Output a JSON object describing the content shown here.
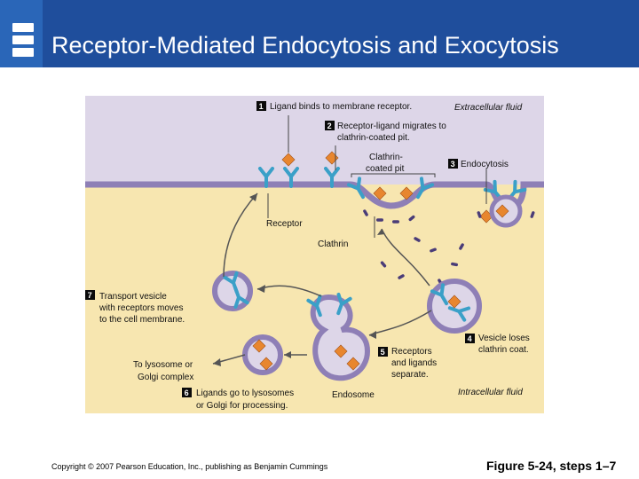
{
  "slide": {
    "title": "Receptor-Mediated Endocytosis and Exocytosis",
    "copyright": "Copyright © 2007 Pearson Education, Inc., publishing as Benjamin Cummings",
    "figure": "Figure 5-24, steps 1–7"
  },
  "colors": {
    "header": "#1f4e9c",
    "extracellular": "#ddd6e8",
    "cytoplasm": "#f7e6b0",
    "membrane": "#8e7fb6",
    "receptor": "#3aa0c8",
    "ligand": "#e8862e",
    "clathrin": "#4a3c78"
  },
  "diagram": {
    "regions": {
      "extracellular": "Extracellular fluid",
      "intracellular": "Intracellular fluid"
    },
    "steps": [
      {
        "num": "1",
        "line1": "Ligand binds to membrane receptor.",
        "line2": ""
      },
      {
        "num": "2",
        "line1": "Receptor-ligand migrates to",
        "line2": "clathrin-coated pit."
      },
      {
        "num": "3",
        "line1": "Endocytosis",
        "line2": ""
      },
      {
        "num": "4",
        "line1": "Vesicle loses",
        "line2": "clathrin coat."
      },
      {
        "num": "5",
        "line1": "Receptors",
        "line2": "and ligands",
        "line3": "separate."
      },
      {
        "num": "6",
        "line1": "Ligands go to lysosomes",
        "line2": "or Golgi for processing."
      },
      {
        "num": "7",
        "line1": "Transport vesicle",
        "line2": "with receptors moves",
        "line3": "to the cell membrane."
      }
    ],
    "labels": {
      "clathrin_pit_1": "Clathrin-",
      "clathrin_pit_2": "coated pit",
      "receptor": "Receptor",
      "clathrin": "Clathrin",
      "endosome": "Endosome",
      "lysosome_1": "To lysosome or",
      "lysosome_2": "Golgi complex"
    }
  }
}
